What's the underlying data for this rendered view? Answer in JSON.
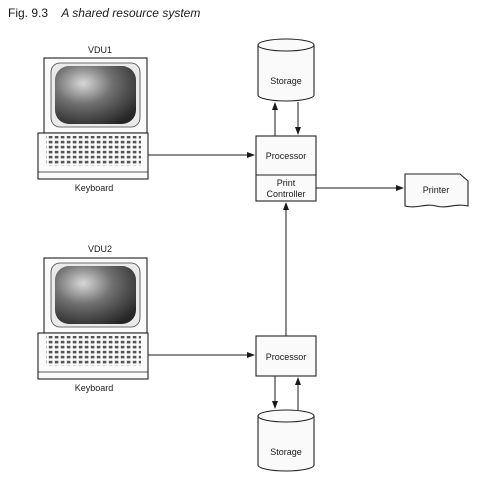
{
  "caption": {
    "number": "Fig. 9.3",
    "title": "A shared resource system"
  },
  "terminals": [
    {
      "name": "VDU1",
      "keyboard": "Keyboard"
    },
    {
      "name": "VDU2",
      "keyboard": "Keyboard"
    }
  ],
  "nodes": {
    "processor_top": "Processor",
    "print_controller_line1": "Print",
    "print_controller_line2": "Controller",
    "storage_top": "Storage",
    "printer": "Printer",
    "processor_bottom": "Processor",
    "storage_bottom": "Storage"
  }
}
